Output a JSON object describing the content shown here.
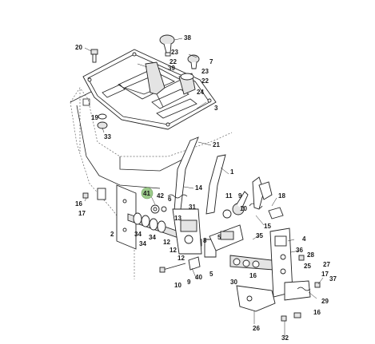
{
  "diagram": {
    "highlight_color": "#9bc98a",
    "highlighted_callout": "41",
    "callouts": [
      {
        "id": "c38",
        "label": "38"
      },
      {
        "id": "c20",
        "label": "20"
      },
      {
        "id": "c23a",
        "label": "23"
      },
      {
        "id": "c22a",
        "label": "22"
      },
      {
        "id": "c7",
        "label": "7"
      },
      {
        "id": "c39",
        "label": "39"
      },
      {
        "id": "c23b",
        "label": "23"
      },
      {
        "id": "c22b",
        "label": "22"
      },
      {
        "id": "c24",
        "label": "24"
      },
      {
        "id": "c3",
        "label": "3"
      },
      {
        "id": "c19",
        "label": "19"
      },
      {
        "id": "c33",
        "label": "33"
      },
      {
        "id": "c21",
        "label": "21"
      },
      {
        "id": "c1",
        "label": "1"
      },
      {
        "id": "c14",
        "label": "14"
      },
      {
        "id": "c6",
        "label": "6"
      },
      {
        "id": "c41",
        "label": "41"
      },
      {
        "id": "c42",
        "label": "42"
      },
      {
        "id": "c16a",
        "label": "16"
      },
      {
        "id": "c17a",
        "label": "17"
      },
      {
        "id": "c11",
        "label": "11"
      },
      {
        "id": "c9",
        "label": "9"
      },
      {
        "id": "c18",
        "label": "18"
      },
      {
        "id": "c31",
        "label": "31"
      },
      {
        "id": "c10a",
        "label": "10"
      },
      {
        "id": "c13",
        "label": "13"
      },
      {
        "id": "c15",
        "label": "15"
      },
      {
        "id": "c2",
        "label": "2"
      },
      {
        "id": "c34a",
        "label": "34"
      },
      {
        "id": "c34b",
        "label": "34"
      },
      {
        "id": "c34c",
        "label": "34"
      },
      {
        "id": "c12a",
        "label": "12"
      },
      {
        "id": "c8",
        "label": "8"
      },
      {
        "id": "c5a",
        "label": "5"
      },
      {
        "id": "c4",
        "label": "4"
      },
      {
        "id": "c35",
        "label": "35"
      },
      {
        "id": "c36",
        "label": "36"
      },
      {
        "id": "c28",
        "label": "28"
      },
      {
        "id": "c27",
        "label": "27"
      },
      {
        "id": "c25",
        "label": "25"
      },
      {
        "id": "c12b",
        "label": "12"
      },
      {
        "id": "c12c",
        "label": "12"
      },
      {
        "id": "c40",
        "label": "40"
      },
      {
        "id": "c9b",
        "label": "9"
      },
      {
        "id": "c5b",
        "label": "5"
      },
      {
        "id": "c10b",
        "label": "10"
      },
      {
        "id": "c30",
        "label": "30"
      },
      {
        "id": "c16b",
        "label": "16"
      },
      {
        "id": "c17b",
        "label": "17"
      },
      {
        "id": "c37",
        "label": "37"
      },
      {
        "id": "c29",
        "label": "29"
      },
      {
        "id": "c16c",
        "label": "16"
      },
      {
        "id": "c26",
        "label": "26"
      },
      {
        "id": "c32",
        "label": "32"
      }
    ]
  }
}
